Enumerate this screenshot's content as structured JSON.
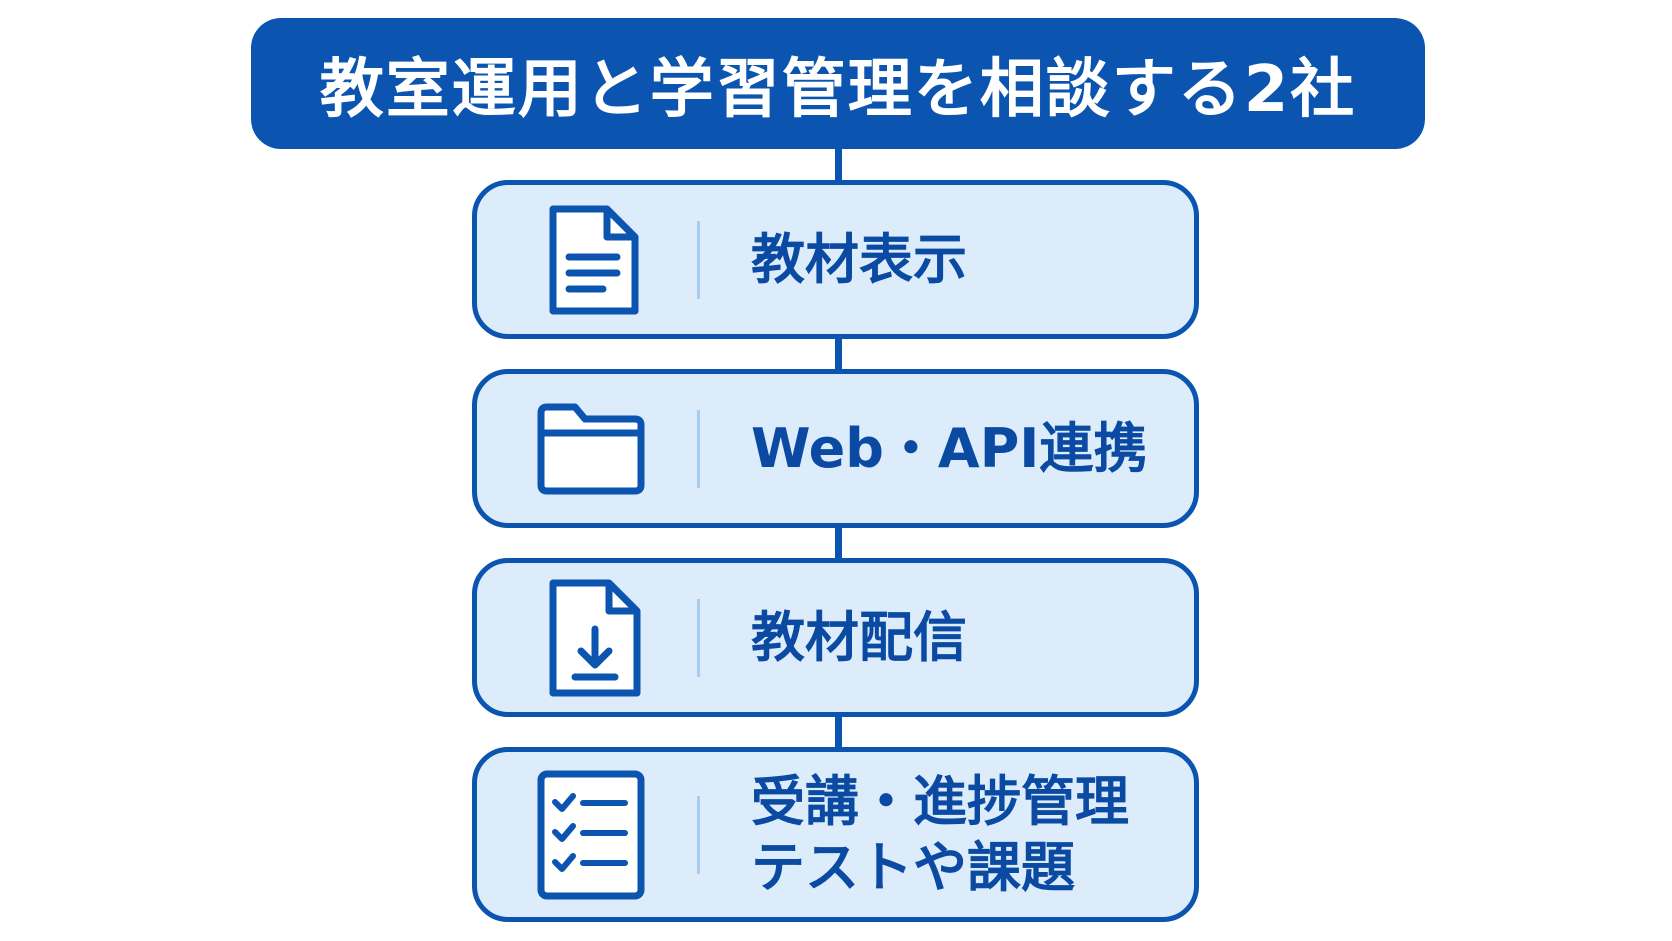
{
  "title": "教室運用と学習管理を相談する2社",
  "colors": {
    "primary": "#0b54b0",
    "box_fill": "#dcecfb",
    "text": "#0b4aa2",
    "divider": "#a9ccef"
  },
  "steps": [
    {
      "icon": "document-icon",
      "lines": [
        "教材表示"
      ]
    },
    {
      "icon": "folder-icon",
      "lines": [
        "Web・API連携"
      ]
    },
    {
      "icon": "download-file-icon",
      "lines": [
        "教材配信"
      ]
    },
    {
      "icon": "checklist-icon",
      "lines": [
        "受講・進捗管理",
        "テストや課題"
      ]
    }
  ]
}
